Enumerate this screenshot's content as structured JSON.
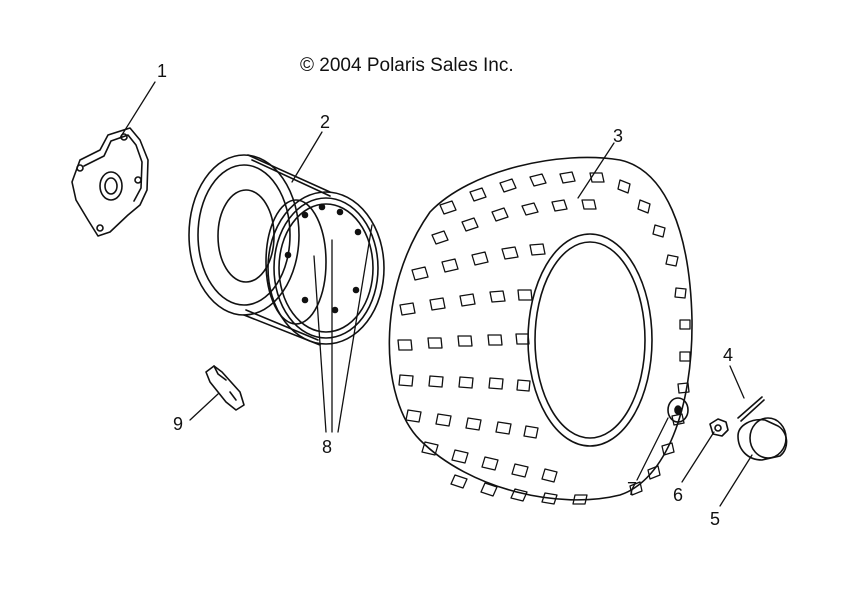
{
  "copyright": "© 2004 Polaris Sales Inc.",
  "callouts": [
    "1",
    "2",
    "3",
    "4",
    "5",
    "6",
    "7",
    "8",
    "9"
  ]
}
